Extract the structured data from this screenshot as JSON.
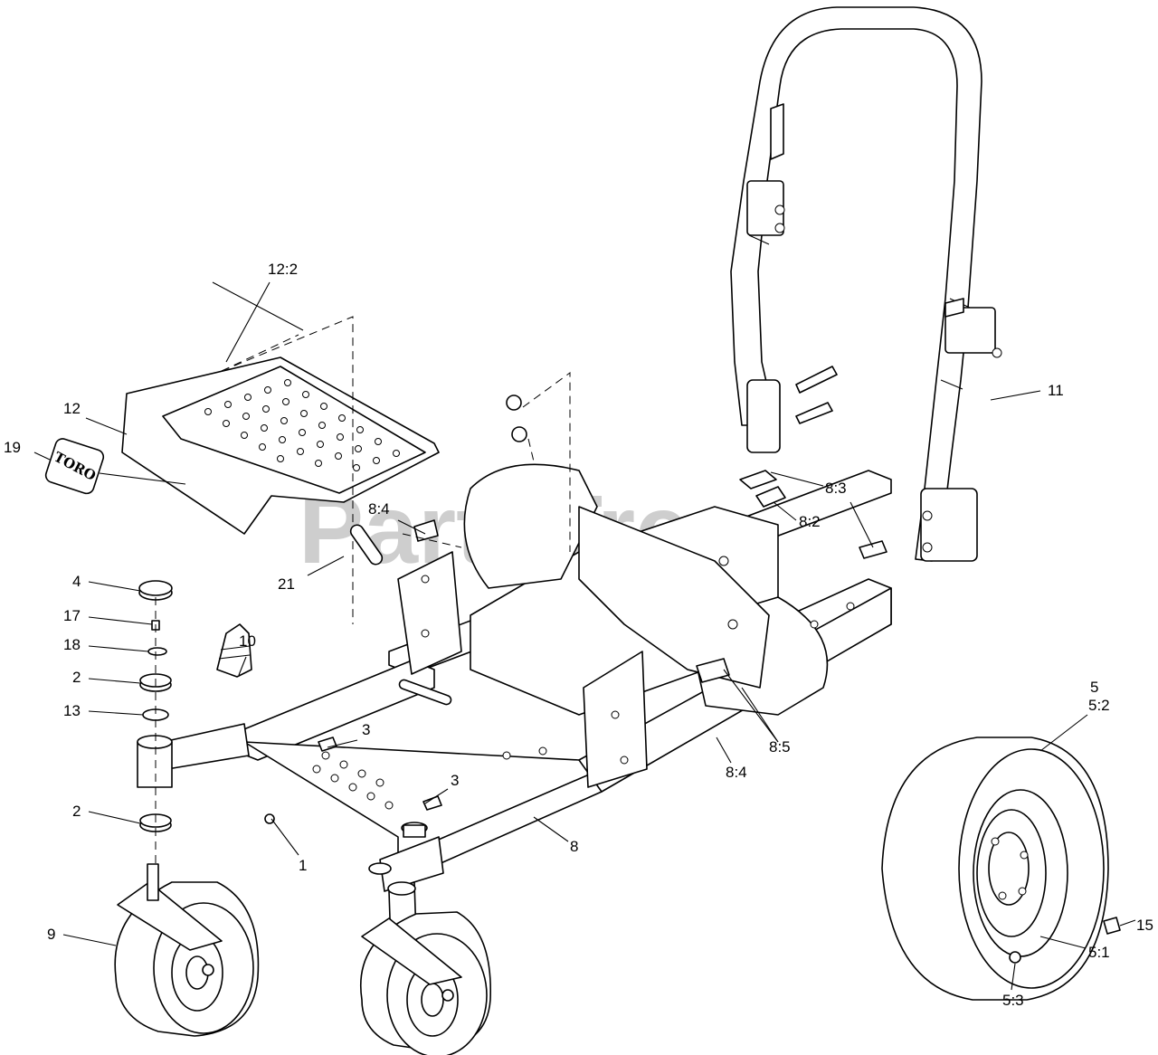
{
  "watermark": {
    "text": "PartsTree",
    "trademark": "®"
  },
  "logo": {
    "text": "TORO"
  },
  "callouts": [
    {
      "label": "12:2"
    },
    {
      "label": "12"
    },
    {
      "label": "19"
    },
    {
      "label": "8:4"
    },
    {
      "label": "21"
    },
    {
      "label": "4"
    },
    {
      "label": "17"
    },
    {
      "label": "18"
    },
    {
      "label": "2"
    },
    {
      "label": "13"
    },
    {
      "label": "10"
    },
    {
      "label": "2"
    },
    {
      "label": "3"
    },
    {
      "label": "3"
    },
    {
      "label": "1"
    },
    {
      "label": "8"
    },
    {
      "label": "9"
    },
    {
      "label": "8:4"
    },
    {
      "label": "8:5"
    },
    {
      "label": "8:3"
    },
    {
      "label": "8:2"
    },
    {
      "label": "11"
    },
    {
      "label": "5"
    },
    {
      "label": "5:2"
    },
    {
      "label": "15"
    },
    {
      "label": "5:1"
    },
    {
      "label": "5:3"
    }
  ]
}
